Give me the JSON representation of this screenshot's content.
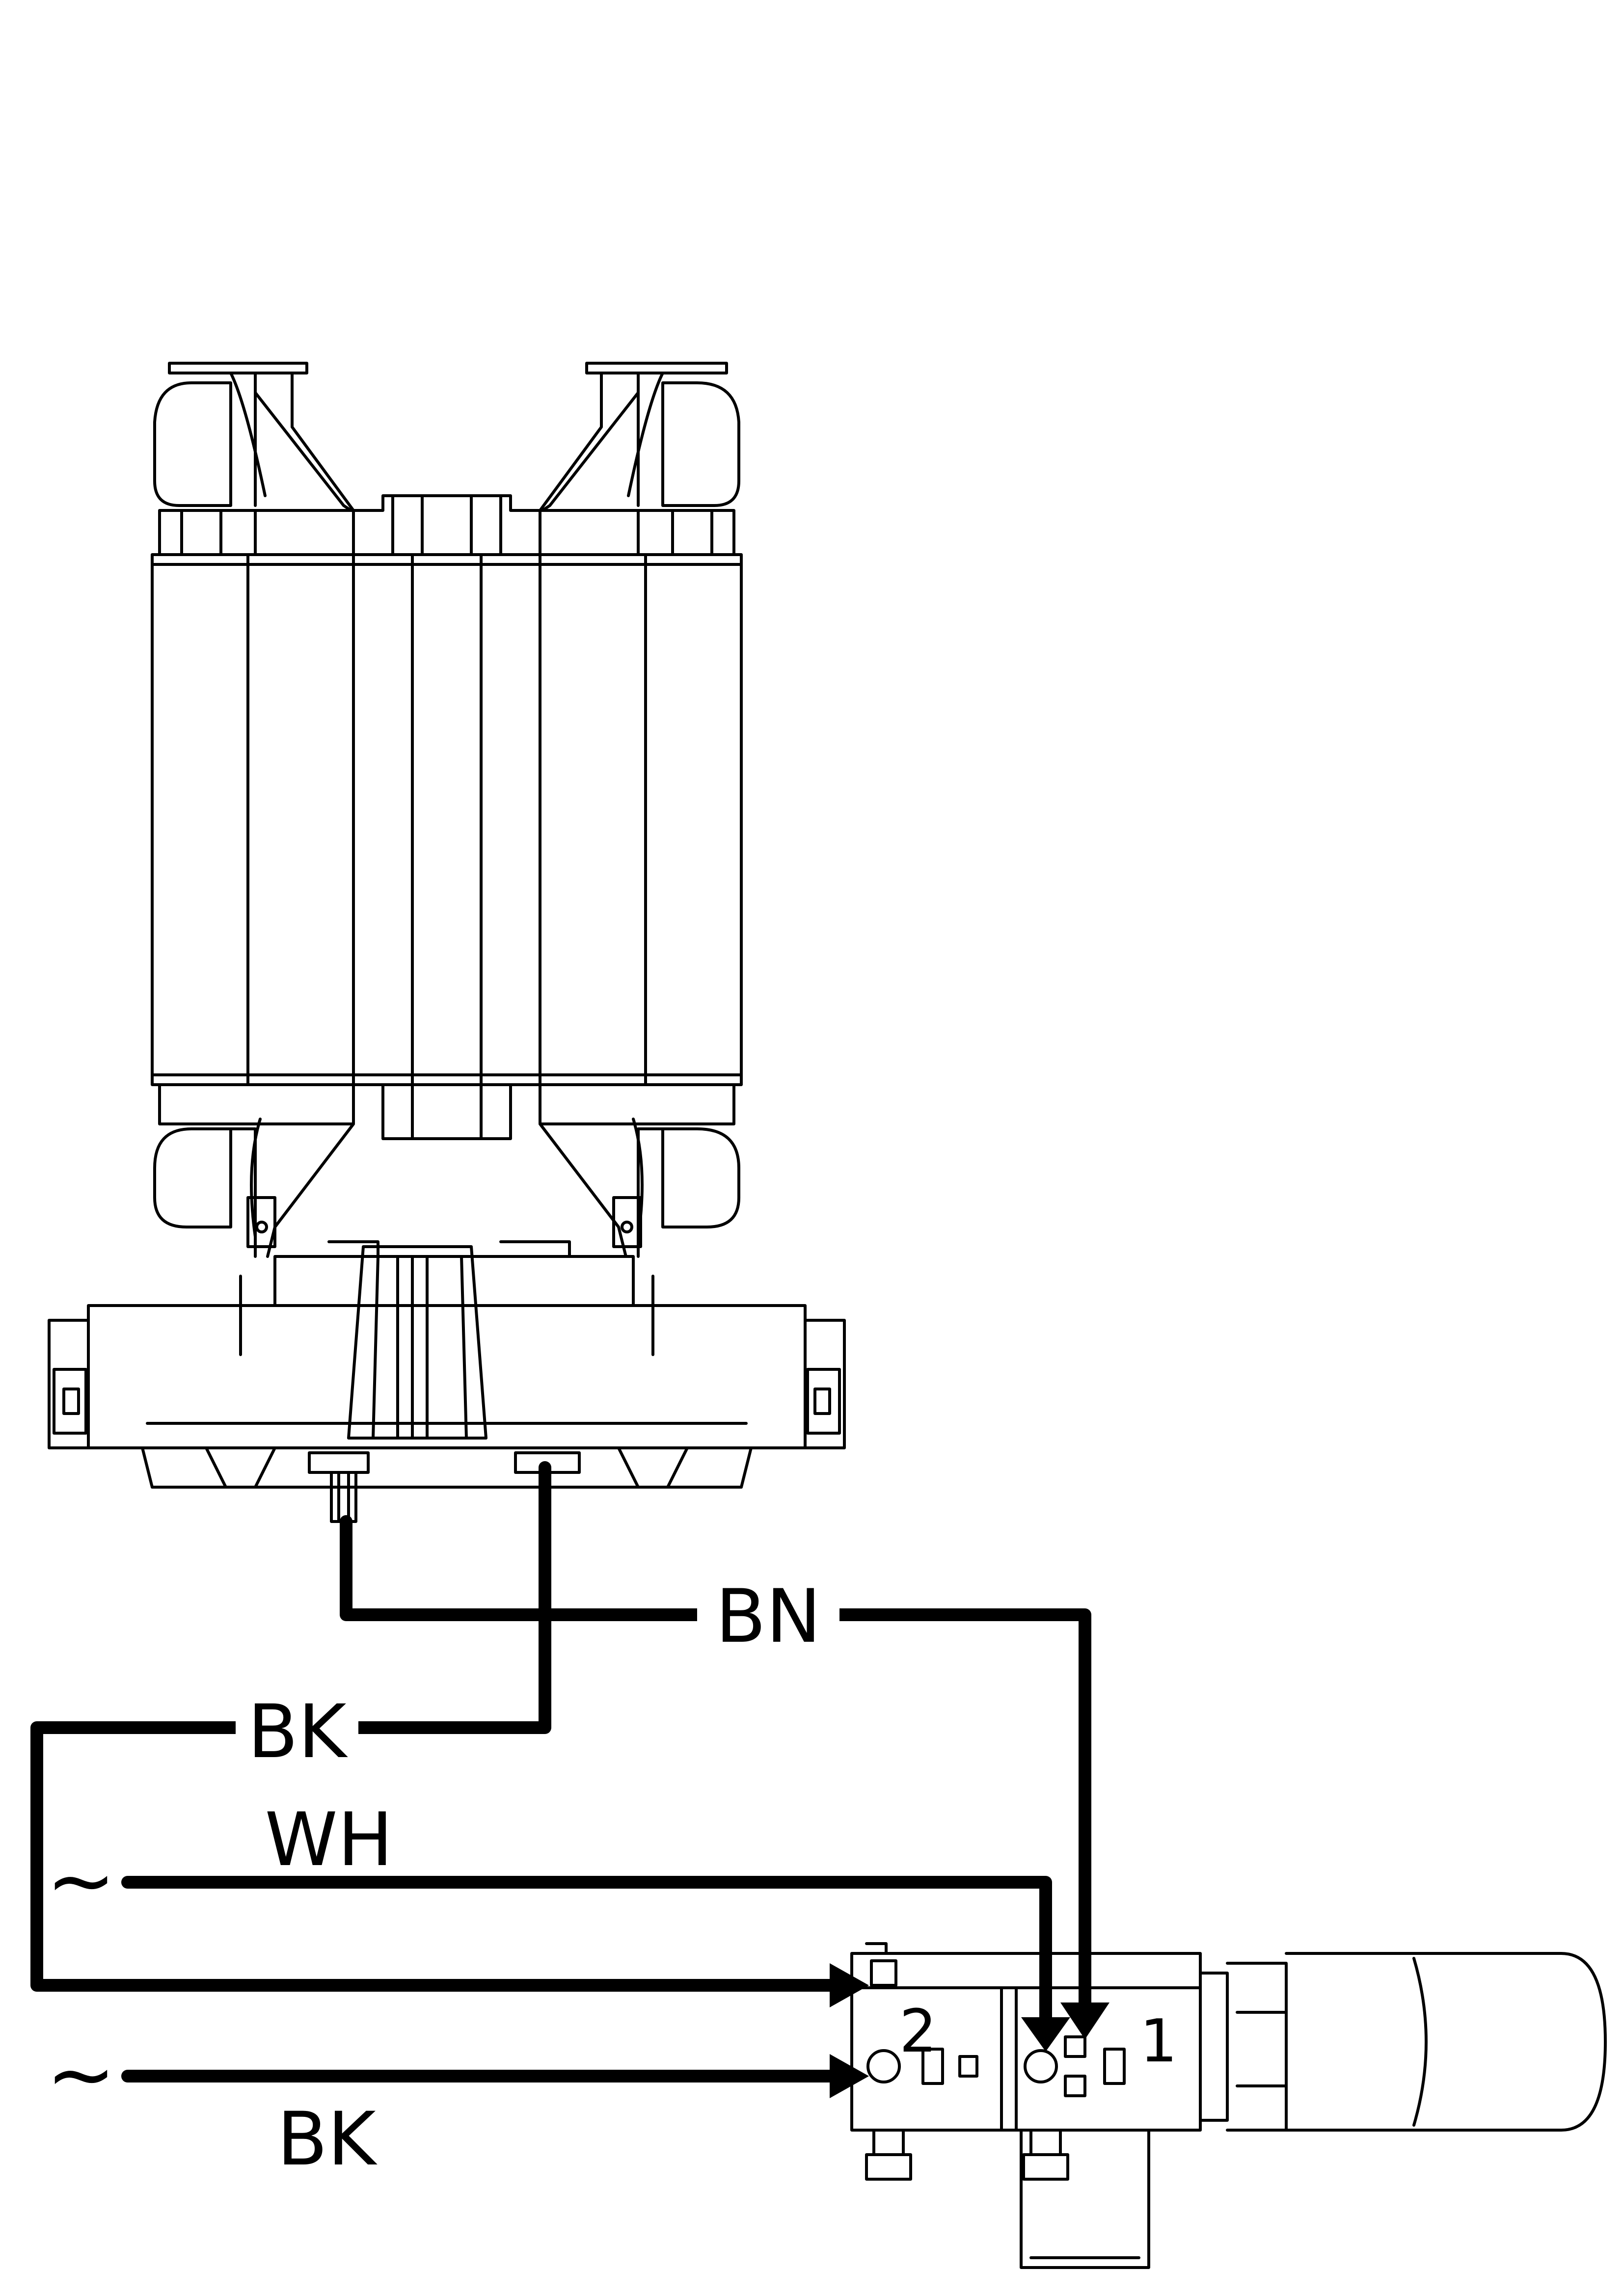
{
  "labels": {
    "wire_brown": "BN",
    "wire_black_motor": "BK",
    "wire_white": "WH",
    "wire_black_supply": "BK",
    "supply_top": "~",
    "supply_bottom": "~",
    "terminal_2": "2",
    "terminal_1": "1"
  },
  "colors": {
    "line": "#000000",
    "background": "#ffffff"
  }
}
